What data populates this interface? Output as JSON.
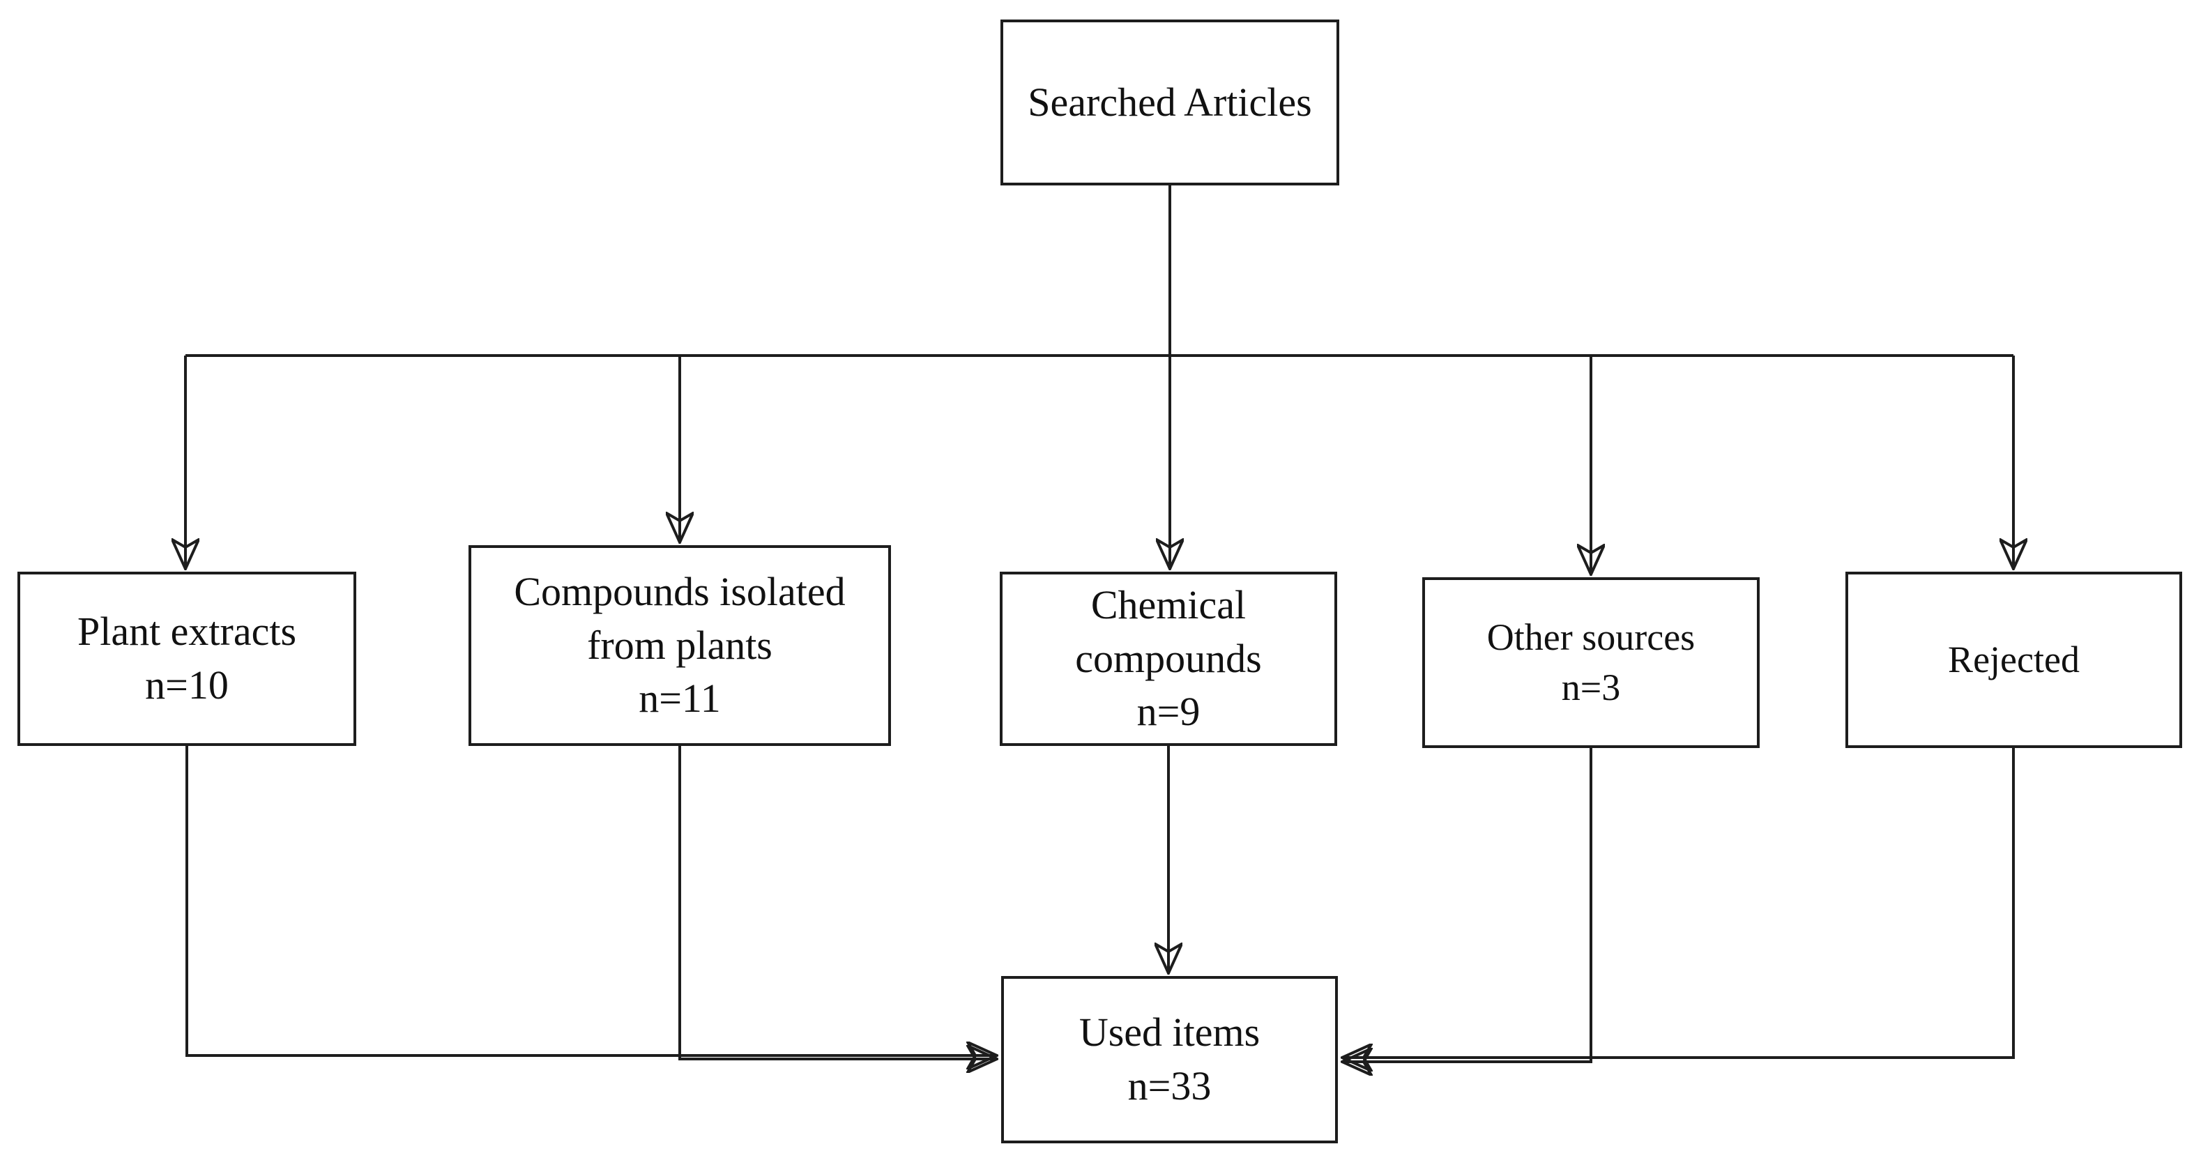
{
  "diagram": {
    "type": "flowchart",
    "background_color": "#ffffff",
    "line_color": "#1d1d1d",
    "text_color": "#111111",
    "nodes": {
      "searched": {
        "label": "Searched Articles"
      },
      "plant": {
        "label": "Plant extracts",
        "count": "n=10"
      },
      "compounds": {
        "label": "Compounds isolated from plants",
        "count": "n=11"
      },
      "chemical": {
        "label": "Chemical compounds",
        "count": "n=9"
      },
      "other": {
        "label": "Other sources",
        "count": "n=3"
      },
      "rejected": {
        "label": "Rejected"
      },
      "used": {
        "label": "Used items",
        "count": "n=33"
      }
    },
    "edges": [
      {
        "from": "Searched Articles",
        "to": "Plant extracts"
      },
      {
        "from": "Searched Articles",
        "to": "Compounds isolated from plants"
      },
      {
        "from": "Searched Articles",
        "to": "Chemical compounds"
      },
      {
        "from": "Searched Articles",
        "to": "Other sources"
      },
      {
        "from": "Searched Articles",
        "to": "Rejected"
      },
      {
        "from": "Plant extracts",
        "to": "Used items"
      },
      {
        "from": "Compounds isolated from plants",
        "to": "Used items"
      },
      {
        "from": "Chemical compounds",
        "to": "Used items"
      },
      {
        "from": "Other sources",
        "to": "Used items"
      },
      {
        "from": "Rejected",
        "to": "Used items"
      }
    ]
  }
}
